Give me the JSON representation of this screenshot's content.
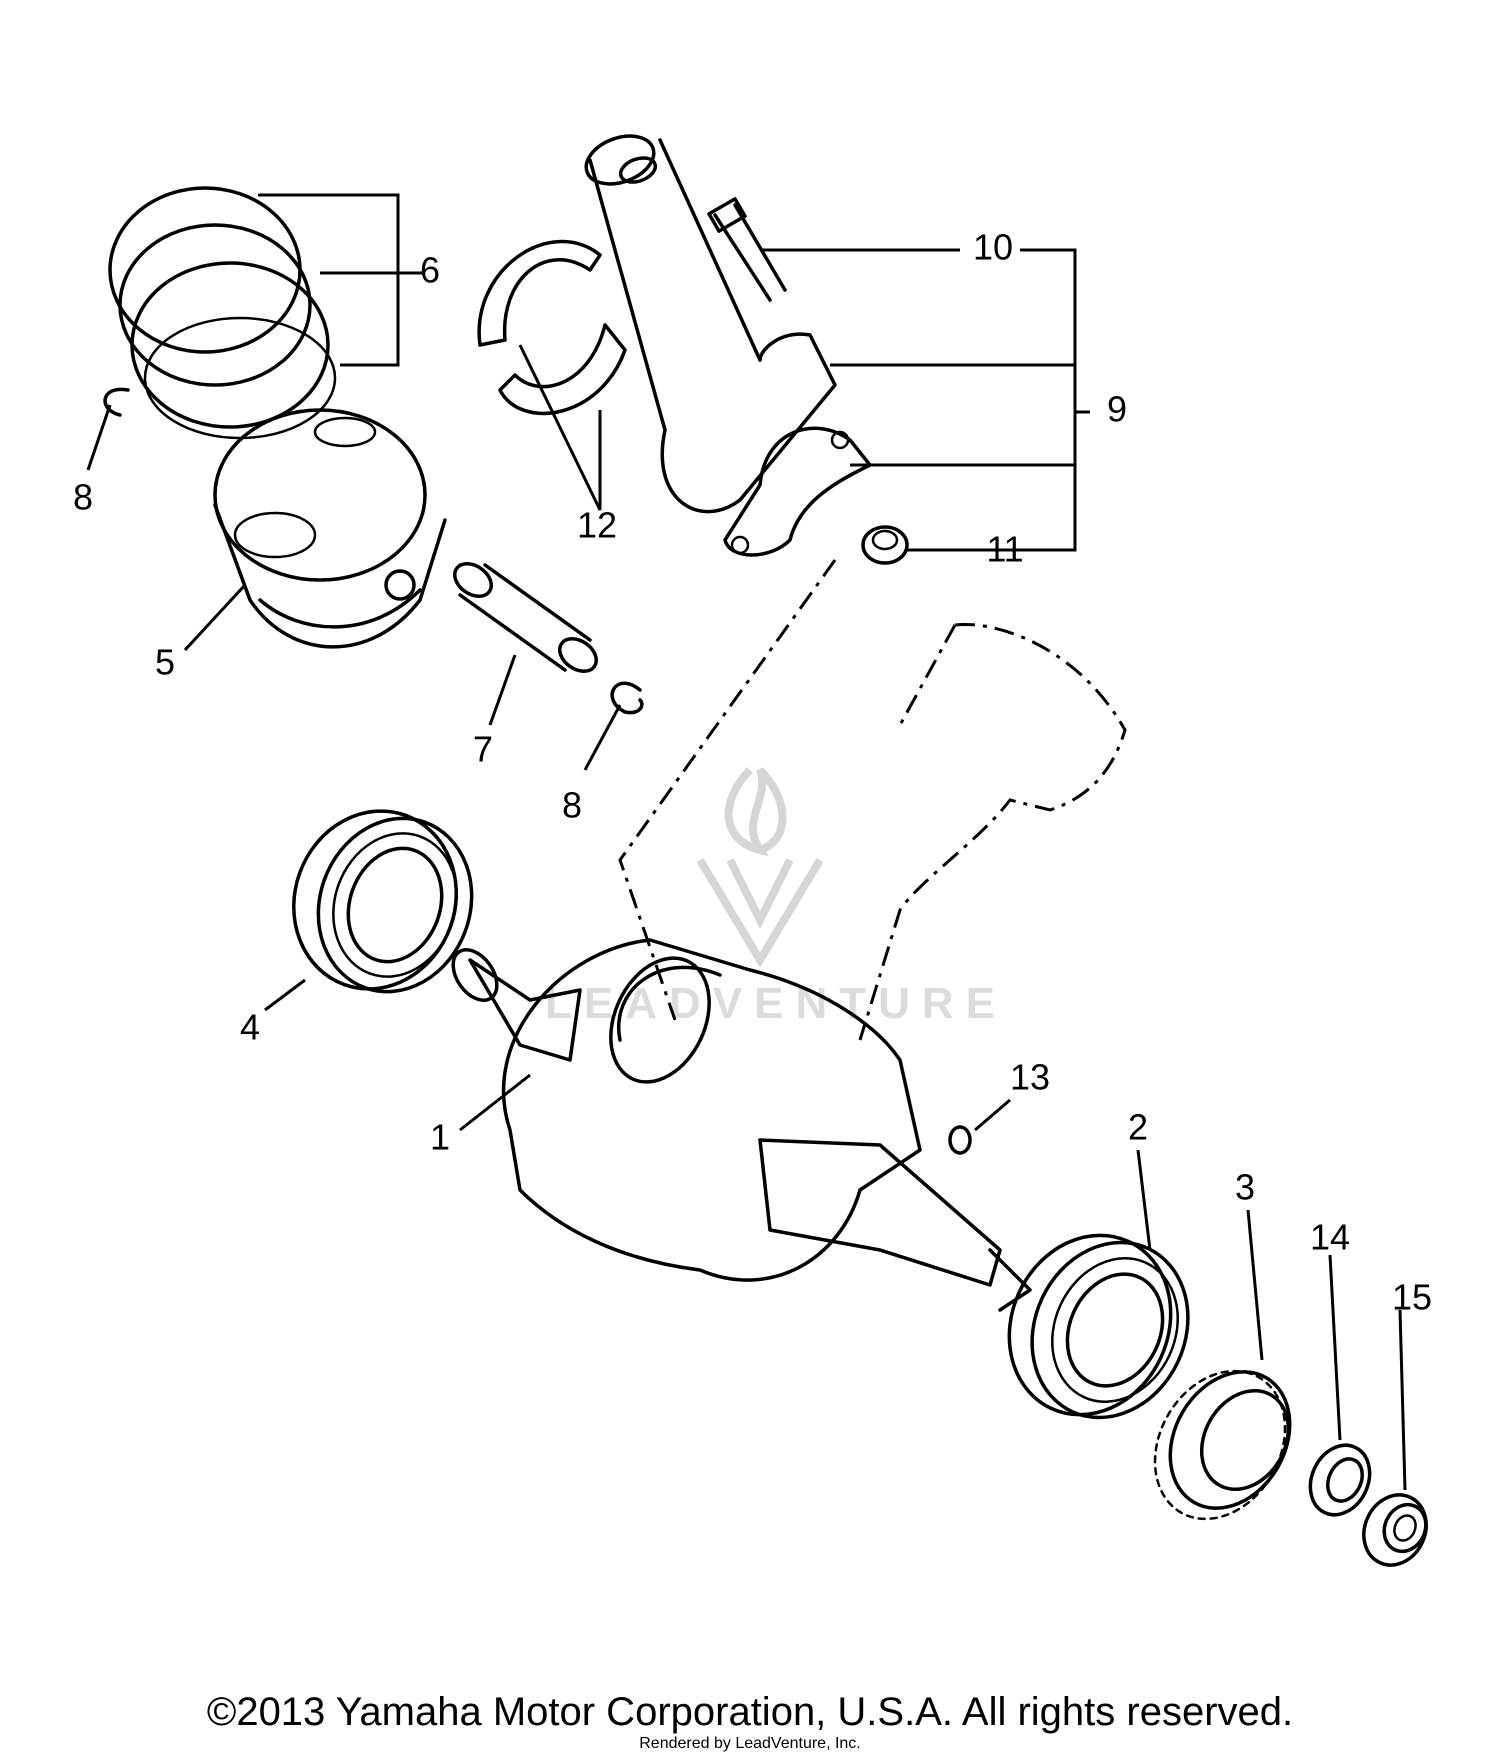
{
  "callouts": [
    {
      "num": "1"
    },
    {
      "num": "2"
    },
    {
      "num": "3"
    },
    {
      "num": "4"
    },
    {
      "num": "5"
    },
    {
      "num": "6"
    },
    {
      "num": "7"
    },
    {
      "num": "8"
    },
    {
      "num": "8"
    },
    {
      "num": "9"
    },
    {
      "num": "10"
    },
    {
      "num": "11"
    },
    {
      "num": "12"
    },
    {
      "num": "13"
    },
    {
      "num": "14"
    },
    {
      "num": "15"
    }
  ],
  "watermark": {
    "text": "LEADVENTURE"
  },
  "footer": {
    "copyright": "©2013 Yamaha Motor Corporation, U.S.A. All rights reserved.",
    "rendered_by": "Rendered by LeadVenture, Inc."
  }
}
